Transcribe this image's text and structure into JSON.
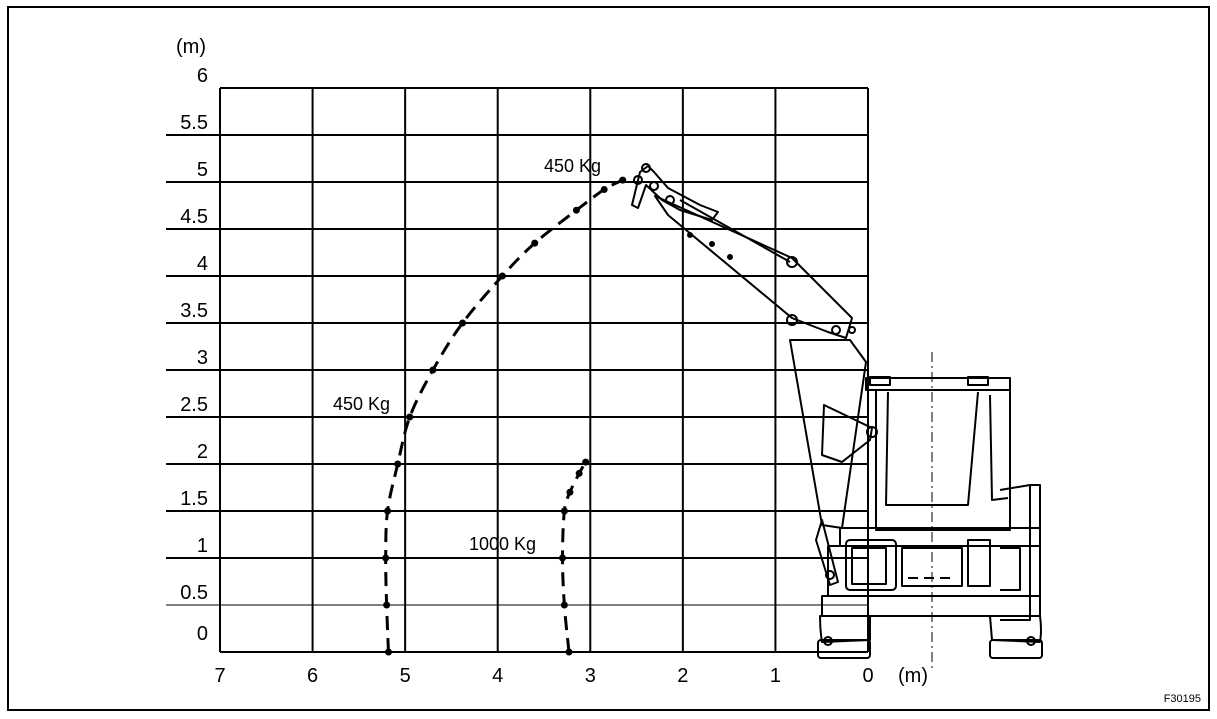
{
  "chart_data": {
    "type": "line",
    "xlabel": "(m)",
    "ylabel": "(m)",
    "xlim": [
      7,
      0
    ],
    "ylim": [
      0,
      6
    ],
    "x_ticks": [
      "7",
      "6",
      "5",
      "4",
      "3",
      "2",
      "1",
      "0"
    ],
    "y_ticks": [
      "0",
      "0.5",
      "1",
      "1.5",
      "2",
      "2.5",
      "3",
      "3.5",
      "4",
      "4.5",
      "5",
      "5.5",
      "6"
    ],
    "grid": true,
    "series": [
      {
        "name": "450 Kg",
        "style": "dashed",
        "x": [
          5.18,
          5.2,
          5.21,
          5.19,
          5.08,
          4.95,
          4.7,
          4.38,
          3.95,
          3.6,
          3.15,
          2.85,
          2.65
        ],
        "y": [
          0.0,
          0.5,
          1.0,
          1.5,
          2.0,
          2.5,
          3.0,
          3.5,
          4.0,
          4.35,
          4.7,
          4.92,
          5.02
        ]
      },
      {
        "name": "1000 Kg",
        "style": "dashed",
        "x": [
          3.23,
          3.28,
          3.3,
          3.28,
          3.22,
          3.12,
          3.05
        ],
        "y": [
          0.0,
          0.5,
          1.0,
          1.5,
          1.7,
          1.9,
          2.02
        ]
      }
    ],
    "annotations": [
      "450 Kg",
      "450 Kg",
      "1000 Kg"
    ]
  },
  "figure_code": "F30195",
  "colors": {
    "ink": "#000000",
    "background": "#ffffff"
  }
}
